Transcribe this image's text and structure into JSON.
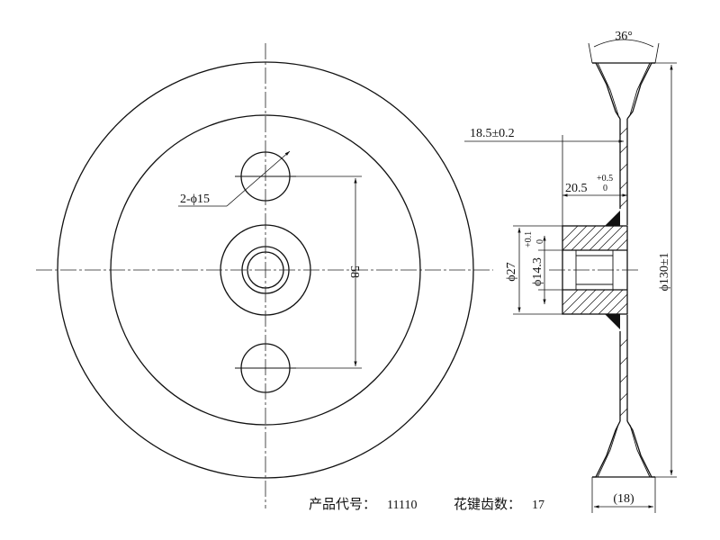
{
  "front_view": {
    "hole_callout": "2-ϕ15",
    "hole_spacing": "58"
  },
  "side_view": {
    "groove_angle": "36°",
    "dim_groove_position": "18.5±0.2",
    "dim_hub_length": {
      "base": "20.5",
      "upper": "+0.5",
      "lower": "0"
    },
    "dim_hub_diameter": "ϕ27",
    "dim_bore_diameter": {
      "base": "ϕ14.3",
      "upper": "+0.1",
      "lower": "0"
    },
    "dim_outer_diameter": "ϕ130±1",
    "dim_width": "(18)"
  },
  "caption": {
    "product_code_label": "产品代号：",
    "product_code_value": "11110",
    "spline_teeth_label": "花键齿数：",
    "spline_teeth_value": "17"
  }
}
